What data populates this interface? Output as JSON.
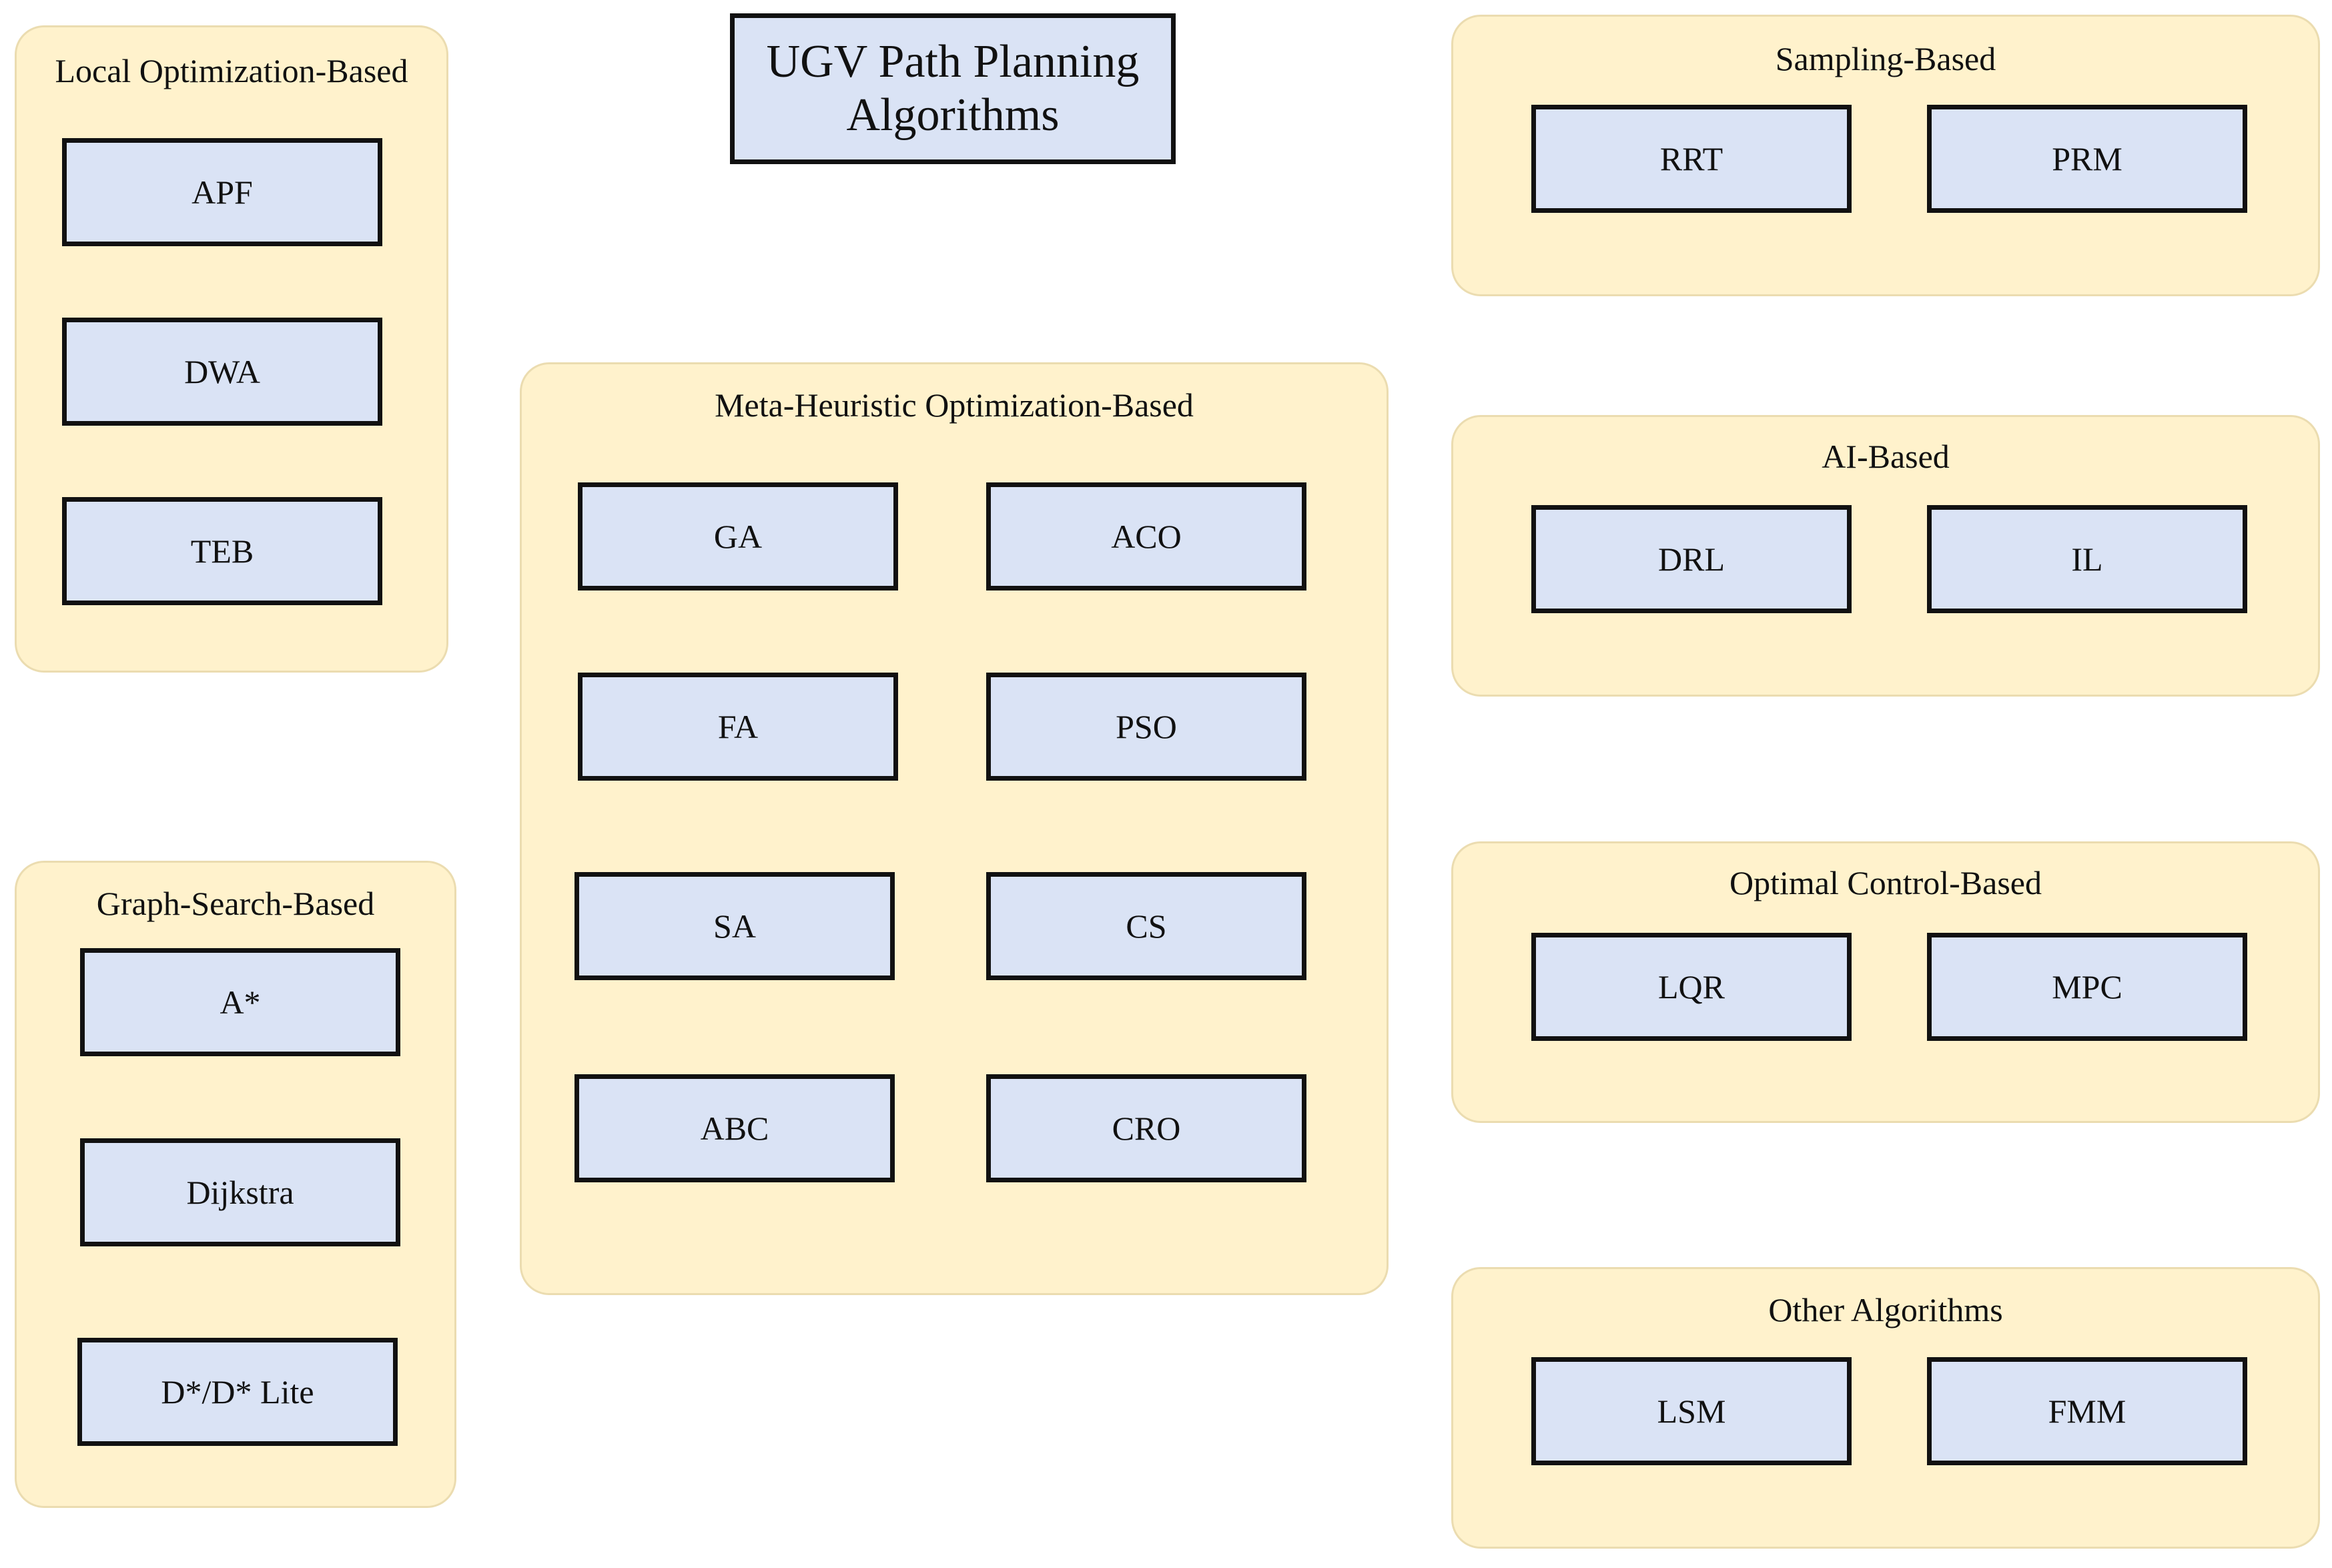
{
  "title": {
    "line1": "UGV Path Planning",
    "line2": "Algorithms"
  },
  "groups": {
    "local": {
      "title": "Local Optimization-Based",
      "items": [
        "APF",
        "DWA",
        "TEB"
      ]
    },
    "graph": {
      "title": "Graph-Search-Based",
      "items": [
        "A*",
        "Dijkstra",
        "D*/D* Lite"
      ]
    },
    "meta": {
      "title": "Meta-Heuristic Optimization-Based",
      "items": [
        "GA",
        "ACO",
        "FA",
        "PSO",
        "SA",
        "CS",
        "ABC",
        "CRO"
      ]
    },
    "sampling": {
      "title": "Sampling-Based",
      "items": [
        "RRT",
        "PRM"
      ]
    },
    "ai": {
      "title": "AI-Based",
      "items": [
        "DRL",
        "IL"
      ]
    },
    "optimal": {
      "title": "Optimal Control-Based",
      "items": [
        "LQR",
        "MPC"
      ]
    },
    "other": {
      "title": "Other Algorithms",
      "items": [
        "LSM",
        "FMM"
      ]
    }
  },
  "colors": {
    "group_fill": "#fff2cc",
    "node_fill": "#dae3f5",
    "border": "#111111"
  }
}
